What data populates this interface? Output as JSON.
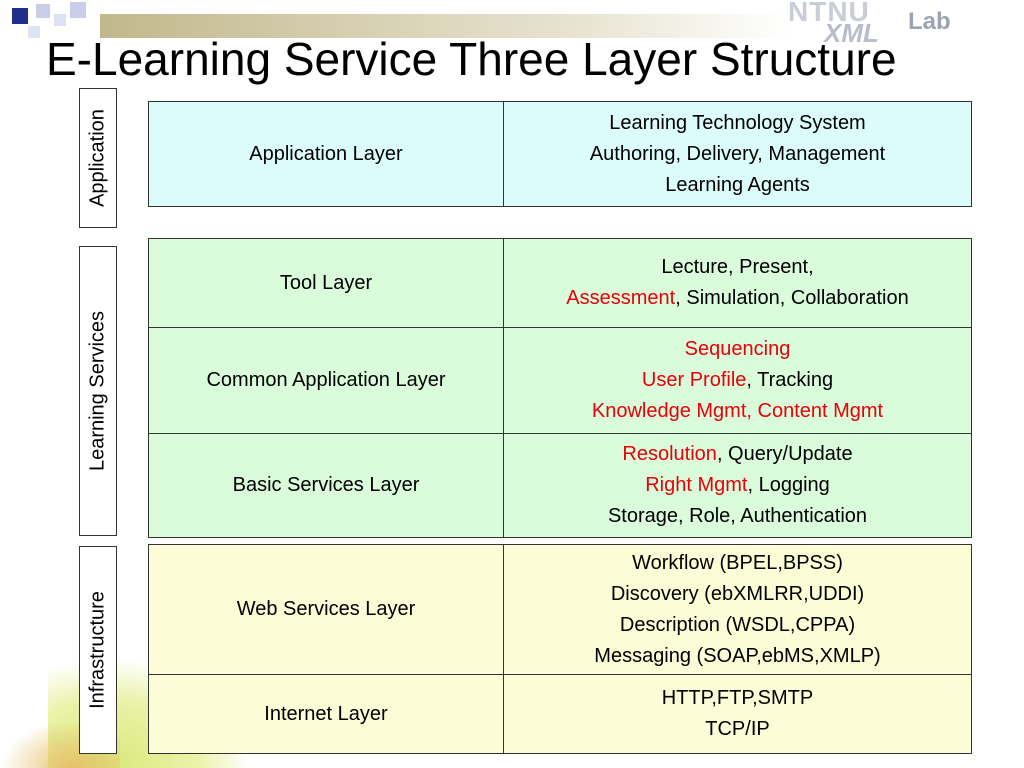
{
  "title": "E-Learning Service Three Layer Structure",
  "logo": {
    "line1": "NTNU",
    "line2": "XML",
    "line3": "Lab"
  },
  "side_labels": {
    "application": "Application",
    "learning_services": "Learning Services",
    "infrastructure": "Infrastructure"
  },
  "tables": {
    "application": {
      "rows": [
        {
          "name": "Application Layer",
          "lines": [
            "Learning Technology System",
            "Authoring, Delivery, Management",
            "Learning Agents"
          ]
        }
      ]
    },
    "learning_services": {
      "rows": [
        {
          "name": "Tool Layer",
          "lines": [
            "Lecture, Present,"
          ],
          "line2_red": "Assessment",
          "line2_rest": ", Simulation, Collaboration"
        },
        {
          "name": "Common Application Layer",
          "line1_red": "Sequencing",
          "line2_red": "User Profile",
          "line2_rest": ", Tracking",
          "line3_red": "Knowledge Mgmt, Content Mgmt"
        },
        {
          "name": "Basic Services Layer",
          "line1_red": "Resolution",
          "line1_rest": ", Query/Update",
          "line2_red": "Right Mgmt",
          "line2_rest": ", Logging",
          "line3": "Storage, Role, Authentication"
        }
      ]
    },
    "infrastructure": {
      "rows": [
        {
          "name": "Web Services Layer",
          "lines": [
            "Workflow (BPEL,BPSS)",
            "Discovery (ebXMLRR,UDDI)",
            "Description (WSDL,CPPA)",
            "Messaging (SOAP,ebMS,XMLP)"
          ]
        },
        {
          "name": "Internet Layer",
          "lines": [
            "HTTP,FTP,SMTP",
            "TCP/IP"
          ]
        }
      ]
    }
  },
  "colors": {
    "application_bg": "#dcfcfc",
    "learning_services_bg": "#dafcda",
    "infrastructure_bg": "#fcfcd6",
    "highlight": "#e8000b"
  }
}
